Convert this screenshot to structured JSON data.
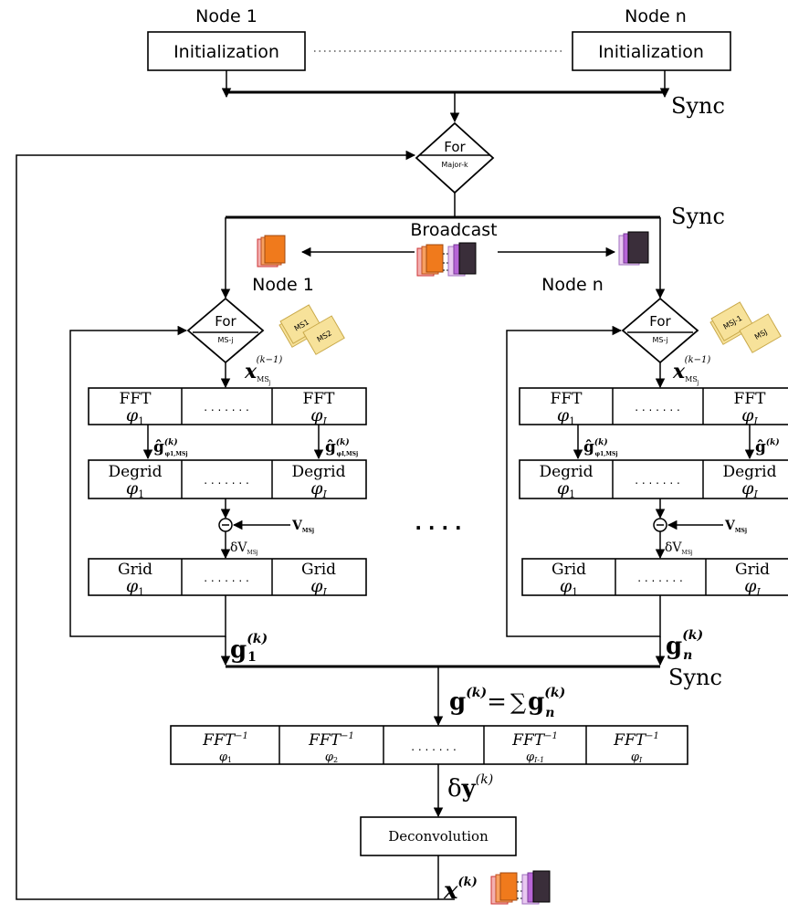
{
  "nodes": {
    "first_label": "Node 1",
    "last_label": "Node n",
    "init_label": "Initialization"
  },
  "sync": {
    "top": "Sync",
    "broadcast": "Sync",
    "bottom": "Sync"
  },
  "major_loop": {
    "word": "For",
    "sub": "Major-k"
  },
  "broadcast": {
    "label": "Broadcast"
  },
  "broadcast_nodes": {
    "left": "Node 1",
    "right": "Node n"
  },
  "ms_loop": {
    "word": "For",
    "sub": "MS-j"
  },
  "ms_tags": {
    "left": [
      "MS1",
      "MS2"
    ],
    "right": [
      "MSJ-1",
      "MSJ"
    ]
  },
  "input_label": {
    "base": "x",
    "sub": "MS",
    "subsub": "j",
    "sup": "(k−1)"
  },
  "pipeline": {
    "fft_word": "FFT",
    "degrid_word": "Degrid",
    "grid_word": "Grid",
    "phi_first": "1",
    "phi_last": "I",
    "ellipsis": ". . . . . . .",
    "g_hat_left": {
      "base": "ĝ",
      "sup": "(k)",
      "sub": "φ1,MSj"
    },
    "g_hat_right": {
      "base": "ĝ",
      "sup": "(k)",
      "sub": "φI,MSj"
    },
    "vis_label": "V",
    "vis_sub": "MSj",
    "delta_vis_label": "δV",
    "delta_vis_sub": "MSj"
  },
  "between_ellipsis": ". . . .",
  "gradients": {
    "left": {
      "base": "g",
      "sup": "(k)",
      "sub": "1"
    },
    "right": {
      "base": "g",
      "sup": "(k)",
      "sub": "n"
    }
  },
  "sum_equation": {
    "lhs": "g",
    "lhs_sup": "(k)",
    "eq": "=",
    "sum": "∑",
    "rhs": "g",
    "rhs_sup": "(k)",
    "rhs_sub": "n"
  },
  "inverse_fft": {
    "label": "FFT",
    "sup": "−1",
    "phis": [
      "1",
      "2",
      "I-1",
      "I"
    ],
    "ellipsis": ". . . . . . ."
  },
  "delta_y": {
    "delta": "δ",
    "base": "y",
    "sup": "(k)"
  },
  "deconvolution": {
    "label": "Deconvolution"
  },
  "output": {
    "base": "x",
    "sup": "(k)"
  },
  "colors": {
    "orange": "#f07a1c",
    "purple": "#b766d6",
    "dark_stack": "#3a2e3a",
    "tag_fill": "#f7e29a",
    "tag_stroke": "#c9a94a"
  }
}
